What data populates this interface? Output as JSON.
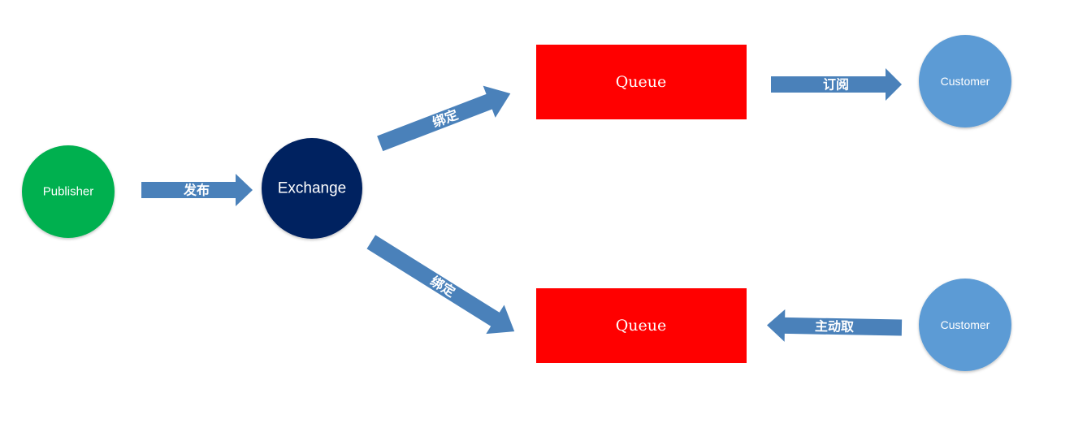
{
  "colors": {
    "publisher": "#00b04f",
    "exchange": "#002060",
    "queue": "#ff0000",
    "customer": "#5b9bd5",
    "arrow": "#4a81ba",
    "text": "#ffffff"
  },
  "nodes": {
    "publisher": {
      "label": "Publisher"
    },
    "exchange": {
      "label": "Exchange"
    },
    "queue_top": {
      "label": "Queue"
    },
    "queue_bottom": {
      "label": "Queue"
    },
    "customer_top": {
      "label": "Customer"
    },
    "customer_bottom": {
      "label": "Customer"
    }
  },
  "edges": {
    "publish": {
      "label": "发布"
    },
    "bind_top": {
      "label": "绑定"
    },
    "bind_bottom": {
      "label": "绑定"
    },
    "subscribe": {
      "label": "订阅"
    },
    "pull": {
      "label": "主动取"
    }
  }
}
